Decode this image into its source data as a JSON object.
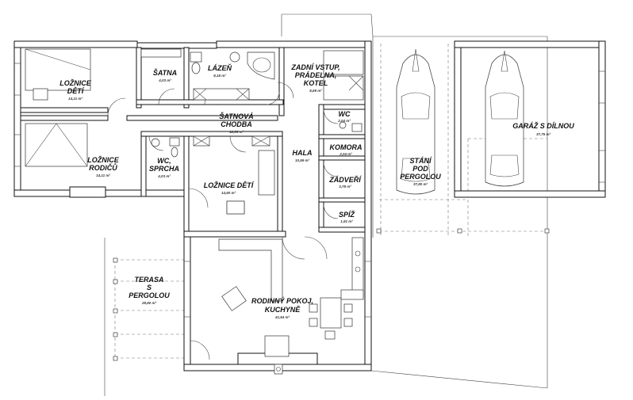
{
  "rooms": [
    {
      "key": "loznice_deti_1",
      "lines": [
        "LOŽNICE",
        "DĚTÍ"
      ],
      "area": "14,11 m²"
    },
    {
      "key": "satna",
      "lines": [
        "ŠATNA"
      ],
      "area": "4,03 m²"
    },
    {
      "key": "lazen",
      "lines": [
        "LÁZEŇ"
      ],
      "area": "8,18 m²"
    },
    {
      "key": "zadni_vstup",
      "lines": [
        "ZADNÍ VSTUP,",
        "PRÁDELNA,",
        "KOTEL"
      ],
      "area": "8,59 m²"
    },
    {
      "key": "satnova_chodba",
      "lines": [
        "ŠATNOVÁ",
        "CHODBA"
      ],
      "area": "12,63 m²"
    },
    {
      "key": "wc",
      "lines": [
        "WC"
      ],
      "area": "2,04 m²"
    },
    {
      "key": "loznice_rodicu",
      "lines": [
        "LOŽNICE",
        "RODIČŮ"
      ],
      "area": "14,11 m²"
    },
    {
      "key": "wc_sprcha",
      "lines": [
        "WC,",
        "SPRCHA"
      ],
      "area": "4,03 m²"
    },
    {
      "key": "loznice_deti_2",
      "lines": [
        "LOŽNICE DĚTÍ"
      ],
      "area": "14,60 m²"
    },
    {
      "key": "hala",
      "lines": [
        "HALA"
      ],
      "area": "10,59 m²"
    },
    {
      "key": "komora",
      "lines": [
        "KOMORA"
      ],
      "area": "2,04 m²"
    },
    {
      "key": "zadveri",
      "lines": [
        "ZÁDVEŘÍ"
      ],
      "area": "3,78 m²"
    },
    {
      "key": "spiz",
      "lines": [
        "SPÍŽ"
      ],
      "area": "1,91 m²"
    },
    {
      "key": "stani",
      "lines": [
        "STÁNÍ",
        "POD",
        "PERGOLOU"
      ],
      "area": "37,80 m²"
    },
    {
      "key": "garaz",
      "lines": [
        "GARÁŽ S DÍLNOU"
      ],
      "area": "37,75 m²"
    },
    {
      "key": "terasa",
      "lines": [
        "TERASA",
        "S",
        "PERGOLOU"
      ],
      "area": "28,80 m²"
    },
    {
      "key": "obyvak",
      "lines": [
        "RODINNÝ POKOJ,",
        "KUCHYNĚ"
      ],
      "area": "41,54 m²"
    }
  ],
  "colors": {
    "wall": "#111111",
    "line": "#444444",
    "dashed": "#777777",
    "background": "#ffffff"
  },
  "icons": [
    "car-icon",
    "car-icon",
    "bathtub-icon",
    "toilet-icon",
    "sink-icon",
    "bed-icon",
    "armchair-icon",
    "dining-table-icon"
  ]
}
